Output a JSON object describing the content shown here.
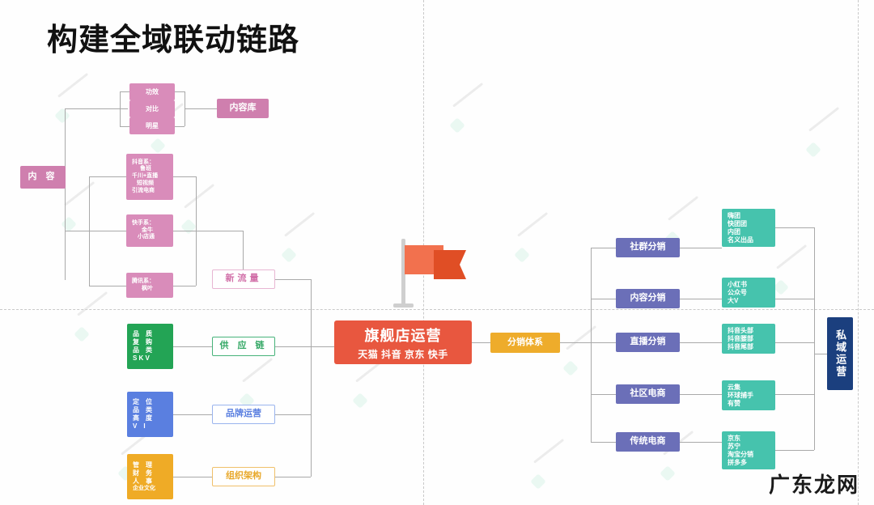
{
  "title": "构建全域联动链路",
  "watermark": "广东龙网",
  "hero": {
    "line1": "旗舰店运营",
    "line2": "天猫 抖音 京东 快手"
  },
  "icons": {
    "flag": "flag-icon"
  },
  "left": {
    "root": "内 容",
    "content_library": {
      "items": [
        "功效",
        "对比",
        "明星"
      ],
      "label": "内容库"
    },
    "traffic": {
      "groups": [
        {
          "name": "douyin",
          "lines": [
            "抖音系：",
            "鲁班",
            "千川+直播",
            "短视频",
            "引流电商"
          ]
        },
        {
          "name": "kuaishou",
          "lines": [
            "快手系：",
            "金牛",
            "小店通"
          ]
        },
        {
          "name": "tencent",
          "lines": [
            "腾讯系：",
            "枫叶"
          ]
        }
      ],
      "label": "新流量"
    },
    "pillars": [
      {
        "name": "supply-chain",
        "lines": [
          "品　质",
          "复　购",
          "品　类",
          "S K V"
        ],
        "label": "供 应 链",
        "color": "#23a455"
      },
      {
        "name": "brand-ops",
        "lines": [
          "定　位",
          "品　类",
          "高　度",
          "V　I"
        ],
        "label": "品牌运营",
        "color": "#5a7fe0"
      },
      {
        "name": "org-structure",
        "lines": [
          "管　理",
          "财　务",
          "人　事",
          "企业文化"
        ],
        "label": "组织架构",
        "color": "#efab26"
      }
    ]
  },
  "right": {
    "label": "分销体系",
    "branches": [
      {
        "node": "社群分销",
        "items": [
          "嗨团",
          "快团团",
          "内团",
          "名义出品"
        ]
      },
      {
        "node": "内容分销",
        "items": [
          "小红书",
          "公众号",
          "大V"
        ]
      },
      {
        "node": "直播分销",
        "items": [
          "抖音头部",
          "抖音腰部",
          "抖音尾部"
        ]
      },
      {
        "node": "社区电商",
        "items": [
          "云集",
          "环球捕手",
          "有赞"
        ]
      },
      {
        "node": "传统电商",
        "items": [
          "京东",
          "苏宁",
          "淘宝分销",
          "拼多多"
        ]
      }
    ],
    "terminal": "私域运营"
  },
  "colors": {
    "pink": "#cf7fae",
    "green": "#23a455",
    "blue": "#5a7fe0",
    "amber": "#efab26",
    "purple": "#6b6fb8",
    "teal": "#46c3ad",
    "navy": "#1b3f7e",
    "hero": "#e8573f",
    "line": "#a9a9a9"
  }
}
